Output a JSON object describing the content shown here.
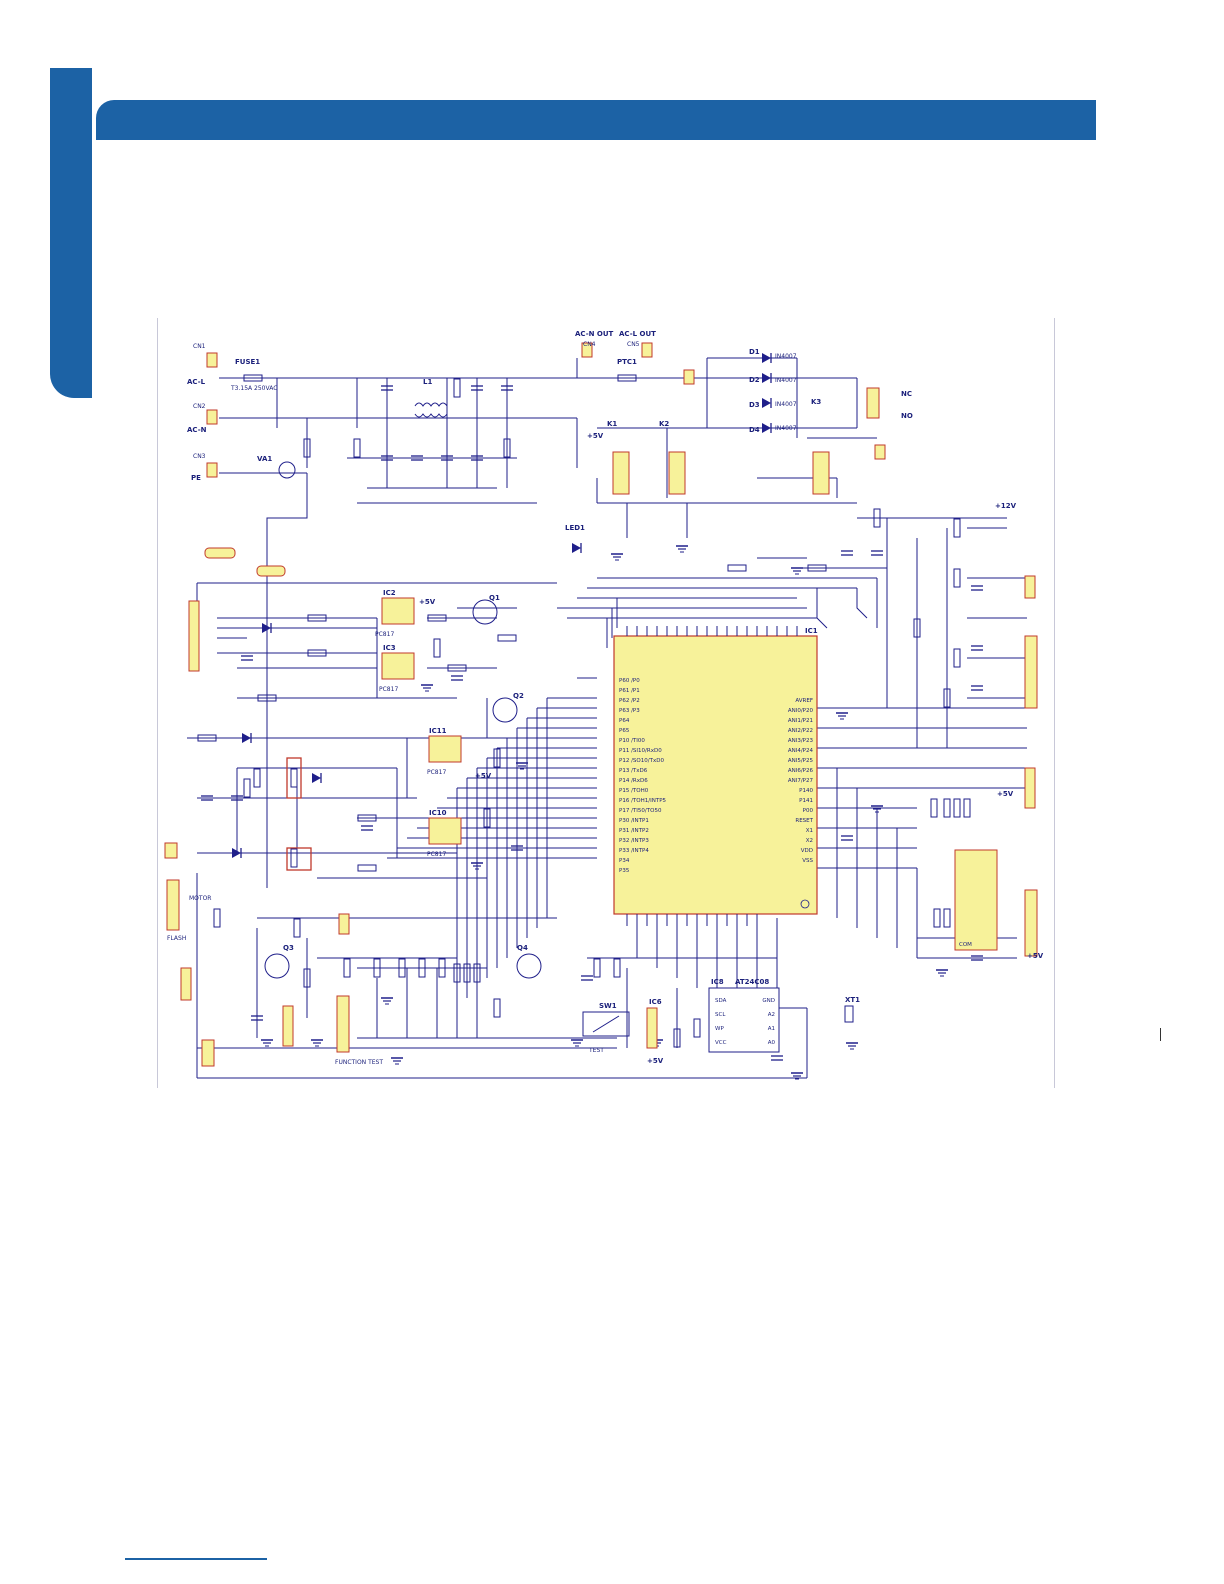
{
  "colors": {
    "accent": "#1c62a5",
    "wire": "#1f1f8a",
    "component_fill": "#f7f29a",
    "component_border": "#c0392b",
    "ground": "#c0392b"
  },
  "schematic": {
    "mcu": {
      "label": "IC1",
      "left_pins": [
        "P60 /P0",
        "P61 /P1",
        "P62 /P2",
        "P63 /P3",
        "P64",
        "P65",
        "P10 /TI00",
        "P11 /SI10/RxD0",
        "P12 /SO10/TxD0",
        "P13 /TxD6",
        "P14 /RxD6",
        "P15 /TOH0",
        "P16 /TOH1/INTP5",
        "P17 /TI50/TO50",
        "P30 /INTP1",
        "P31 /INTP2",
        "P32 /INTP3",
        "P33 /INTP4",
        "P34",
        "P35"
      ],
      "right_pins": [
        "AVREF",
        "ANI0/P20",
        "ANI1/P21",
        "ANI2/P22",
        "ANI3/P23",
        "ANI4/P24",
        "ANI5/P25",
        "ANI6/P26",
        "ANI7/P27",
        "P140",
        "P141",
        "P00",
        "RESET",
        "X1",
        "X2",
        "VDD",
        "VSS"
      ]
    },
    "eeprom": {
      "label": "IC8",
      "part": "AT24C08",
      "pins_left": [
        "SDA",
        "SCL",
        "WP",
        "VCC"
      ],
      "pins_right": [
        "GND",
        "A2",
        "A1",
        "A0"
      ]
    },
    "connectors": [
      {
        "id": "CN1",
        "label": "AC-L"
      },
      {
        "id": "CN2",
        "label": "AC-N"
      },
      {
        "id": "CN3",
        "label": "PE"
      },
      {
        "id": "CN4",
        "label": "AC-N OUT"
      },
      {
        "id": "CN5",
        "label": "AC-L OUT"
      }
    ],
    "labels": {
      "fuse": "FUSE1",
      "fuse_value": "T3.15A 250VAC",
      "varistor": "VA1",
      "coil": "L1",
      "ptc": "PTC1",
      "relay_k1": "K1",
      "relay_k2": "K2",
      "relay_k3": "K3",
      "diodes": [
        "D1",
        "D2",
        "D3",
        "D4"
      ],
      "diode_part": "IN4007",
      "optos": [
        "IC2",
        "IC3",
        "IC10",
        "IC11"
      ],
      "opto_part": "PC817",
      "transistors": [
        "Q1",
        "Q2",
        "Q3",
        "Q4"
      ],
      "led": "LED1",
      "crystal": "XT1",
      "switch": "SW1",
      "switch_label": "TEST",
      "ic_bottom": "IC6",
      "vcc": "+5V",
      "vcc12": "+12V",
      "motor": "MOTOR",
      "flash": "FLASH",
      "function_test": "FUNCTION TEST",
      "nc": "NC",
      "no": "NO",
      "com": "COM"
    }
  }
}
